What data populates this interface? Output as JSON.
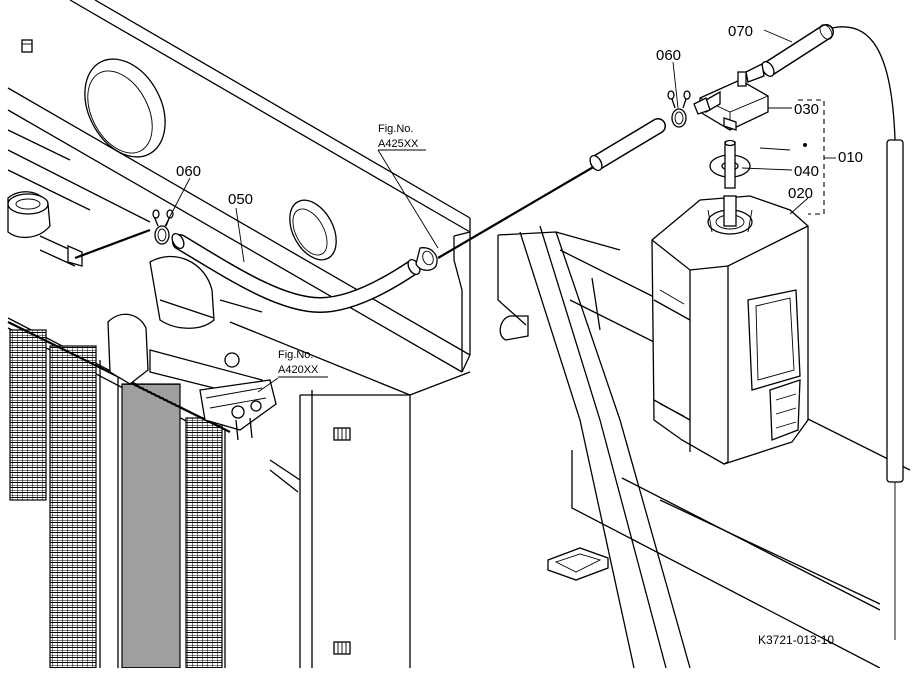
{
  "diagram": {
    "drawing_id": "K3721-013-10",
    "callouts": {
      "p060_left": "060",
      "p050": "050",
      "p060_top": "060",
      "p070": "070",
      "p030": "030",
      "p010": "010",
      "p040": "040",
      "p020": "020"
    },
    "figure_refs": {
      "upper": {
        "label": "Fig.No.",
        "number": "A425XX"
      },
      "lower": {
        "label": "Fig.No.",
        "number": "A420XX"
      }
    }
  }
}
